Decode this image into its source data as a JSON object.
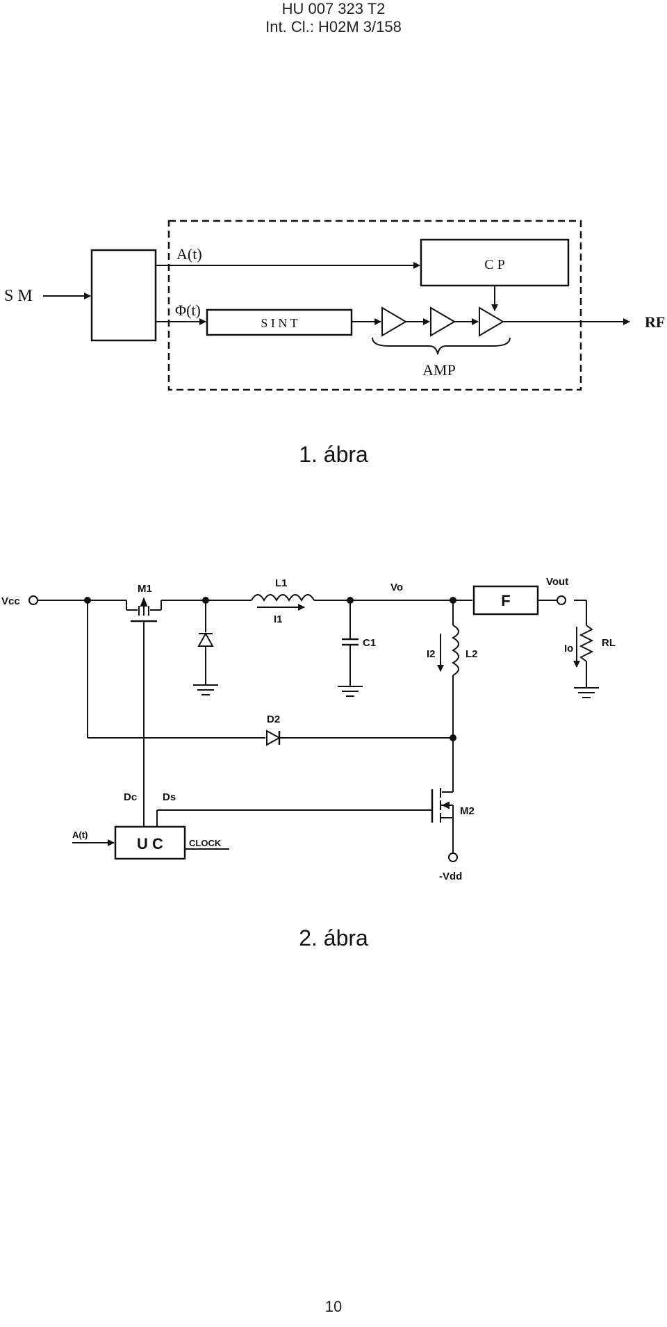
{
  "header": {
    "doc_number": "HU 007 323 T2",
    "classification": "Int. Cl.: H02M 3/158"
  },
  "figure1": {
    "caption": "1. ábra",
    "labels": {
      "sm": "S M",
      "a_t": "A(t)",
      "phi_t": "Φ(t)",
      "cp": "C P",
      "sint": "S I N T",
      "amp": "AMP",
      "rf": "RF"
    }
  },
  "figure2": {
    "caption": "2. ábra",
    "labels": {
      "vcc": "Vcc",
      "m1": "M1",
      "l1": "L1",
      "i1": "I1",
      "vo": "Vo",
      "f": "F",
      "vout": "Vout",
      "c1": "C1",
      "i2": "I2",
      "l2": "L2",
      "io": "Io",
      "rl": "RL",
      "d2": "D2",
      "dc": "Dc",
      "ds": "Ds",
      "a_t": "A(t)",
      "uc": "U C",
      "clock": "CLOCK",
      "m2": "M2",
      "vdd": "-Vdd"
    }
  },
  "page_number": "10"
}
